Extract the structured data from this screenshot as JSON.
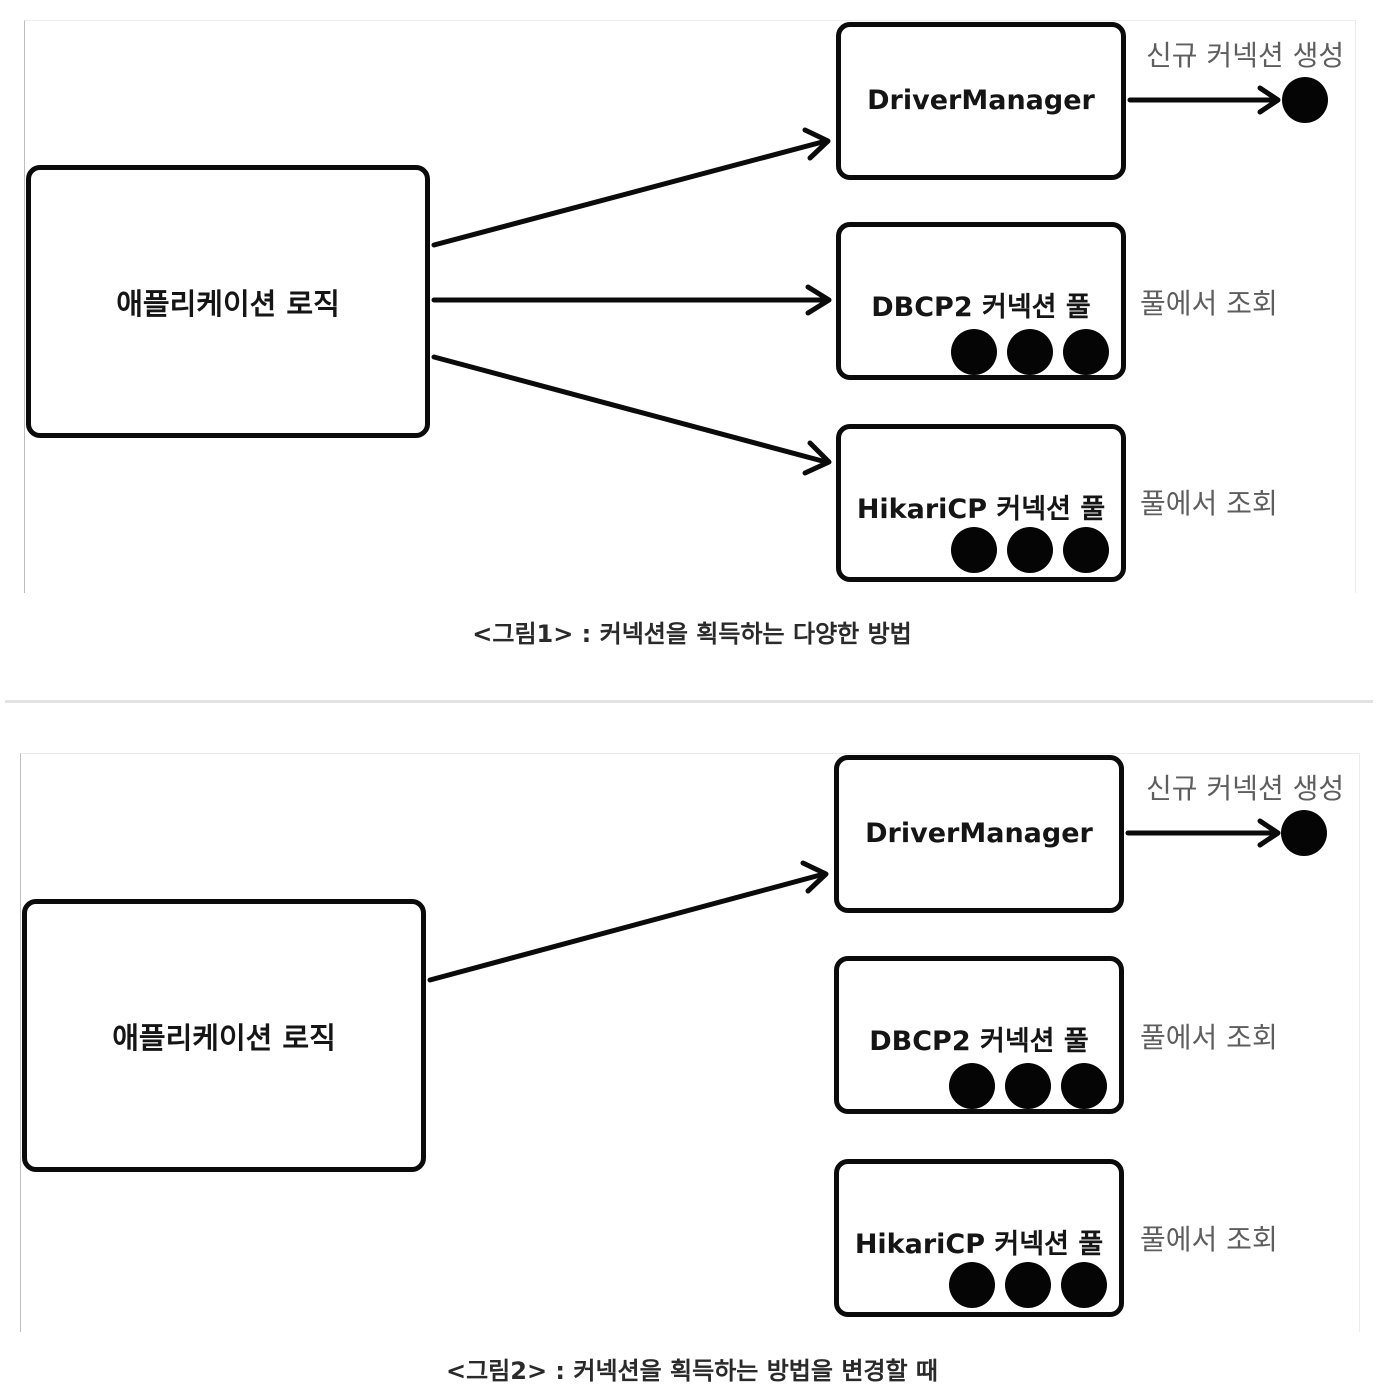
{
  "figures": [
    {
      "app_label": "애플리케이션 로직",
      "driver_manager_label": "DriverManager",
      "dbcp2_label": "DBCP2 커넥션 풀",
      "hikari_label": "HikariCP 커넥션 풀",
      "new_connection_text": "신규 커넥션 생성",
      "dbcp2_lookup_text": "풀에서 조회",
      "hikari_lookup_text": "풀에서 조회",
      "caption": "<그림1> : 커넥션을 획득하는 다양한 방법"
    },
    {
      "app_label": "애플리케이션 로직",
      "driver_manager_label": "DriverManager",
      "dbcp2_label": "DBCP2 커넥션 풀",
      "hikari_label": "HikariCP 커넥션 풀",
      "new_connection_text": "신규 커넥션 생성",
      "dbcp2_lookup_text": "풀에서 조회",
      "hikari_lookup_text": "풀에서 조회",
      "caption": "<그림2> : 커넥션을 획득하는 방법을 변경할 때"
    }
  ],
  "colors": {
    "stroke": "#0b0b0b",
    "side_text": "#5e5e5e",
    "caption": "#2a2a2a",
    "divider": "#e3e3e3"
  }
}
